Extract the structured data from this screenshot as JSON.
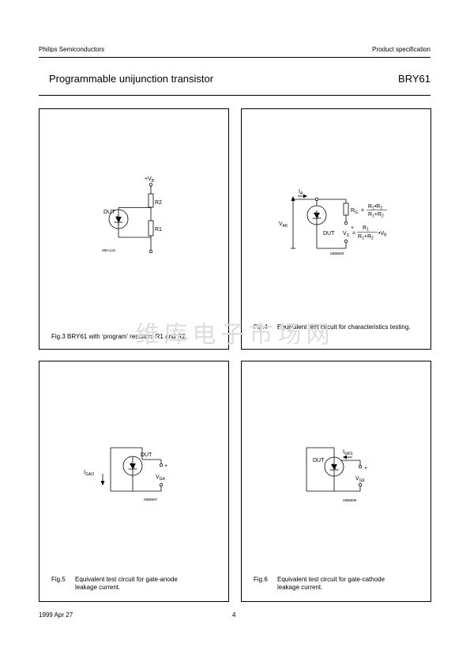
{
  "header": {
    "company": "Philips Semiconductors",
    "spec_type": "Product specification",
    "title": "Programmable unijunction transistor",
    "part_number": "BRY61"
  },
  "watermark": "维库电子市场网",
  "figures": [
    {
      "label": "Fig.3",
      "caption": "BRY61 with ‘program’ resistors R1 and R2.",
      "code": "MEA141",
      "labels": {
        "dut": "DUT",
        "supply": "+V",
        "supply_sub": "B",
        "r2": "R2",
        "r1": "R1"
      }
    },
    {
      "label": "Fig.4",
      "caption": "Equivalent test circuit for characteristics testing.",
      "code": "MBB699",
      "labels": {
        "current": "I",
        "current_sub": "A",
        "vak": "V",
        "vak_sub": "AK",
        "dut": "DUT",
        "rg": "R",
        "rg_sub": "G",
        "rg_eq": "=",
        "rg_num_1": "R",
        "rg_num_1_sub": "1",
        "rg_num_dot": "•",
        "rg_num_2": "R",
        "rg_num_2_sub": "2",
        "rg_den_1": "R",
        "rg_den_1_sub": "1",
        "rg_den_plus": "+",
        "rg_den_2": "R",
        "rg_den_2_sub": "2",
        "vs": "V",
        "vs_sub": "S",
        "vs_eq": "=",
        "vs_num": "R",
        "vs_num_sub": "1",
        "vs_den_1": "R",
        "vs_den_1_sub": "1",
        "vs_den_plus": "+",
        "vs_den_2": "R",
        "vs_den_2_sub": "2",
        "vs_mult": "•",
        "vs_vb": "V",
        "vs_vb_sub": "B",
        "polarity": "+"
      }
    },
    {
      "label": "Fig.5",
      "caption": "Equivalent test circuit for gate-anode leakage current.",
      "code": "MBB697",
      "labels": {
        "current": "I",
        "current_sub": "GAO",
        "dut": "DUT",
        "voltage": "V",
        "voltage_sub": "GA",
        "polarity": "+"
      }
    },
    {
      "label": "Fig.6",
      "caption": "Equivalent test circuit for gate-cathode leakage current.",
      "code": "MBB696",
      "labels": {
        "current": "I",
        "current_sub": "GKS",
        "dut": "DUT",
        "voltage": "V",
        "voltage_sub": "GK",
        "polarity": "+"
      }
    }
  ],
  "footer": {
    "date": "1999 Apr 27",
    "page": "4"
  }
}
